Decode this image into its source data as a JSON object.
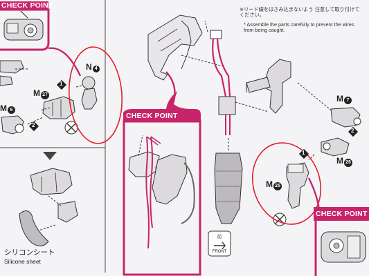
{
  "note": {
    "jp": "※リード線をはさみ込まないよう 注意して取り付けてください。",
    "en": "* Assemble the parts carefully to prevent the wires from being caught."
  },
  "check_point_label": "CHECK POINT",
  "parts": {
    "n4": "N",
    "m27": "M",
    "m6": "M",
    "m7": "M",
    "m26": "M",
    "m25": "M"
  },
  "part_numbers": {
    "n4": "4",
    "m27": "27",
    "m6": "6",
    "m7": "7",
    "m26": "26",
    "m25": "25"
  },
  "steps": {
    "one": "1",
    "two": "2"
  },
  "silicone": {
    "jp": "シリコンシート",
    "en": "Silicone sheet"
  },
  "front": {
    "jp": "前",
    "en": "FRONT"
  },
  "colors": {
    "accent": "#c8246a",
    "annotation": "#e21e2a",
    "part": "#dcdadd",
    "line": "#3a3a3a"
  }
}
